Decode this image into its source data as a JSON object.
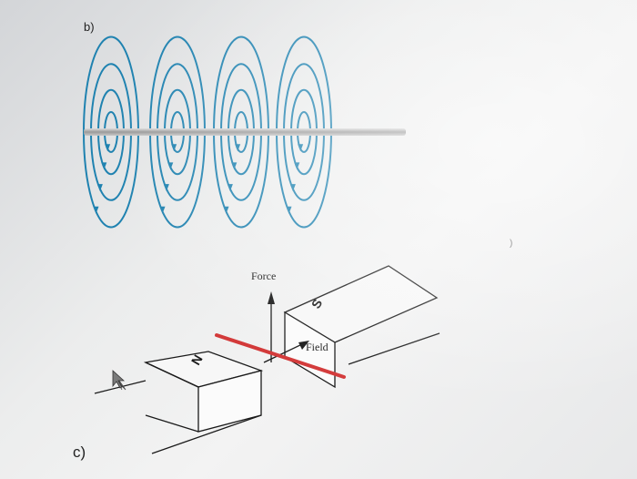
{
  "part_b": {
    "label": "b)"
  },
  "part_c": {
    "label": "c)",
    "force_label": "Force",
    "field_label": "Field",
    "magnet_north": "N",
    "magnet_south": "S"
  },
  "stray_mark": ")",
  "colors": {
    "field_lines": "#1f82b0",
    "wire": "#b8b8b8",
    "current_conductor": "#d33a3a",
    "ink": "#1a1a1a"
  },
  "icons": [
    "cursor-arrow-icon"
  ]
}
